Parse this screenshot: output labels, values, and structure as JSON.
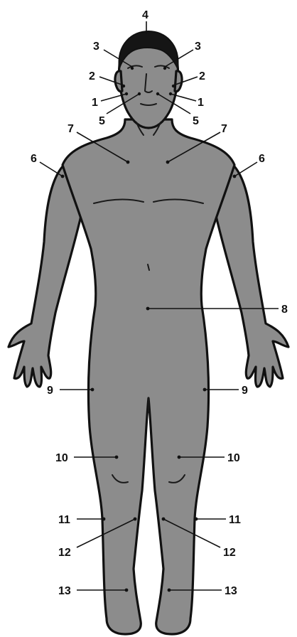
{
  "colors": {
    "figure_fill": "#8c8c8c",
    "outline": "#111111",
    "background": "#ffffff"
  },
  "labels": {
    "l1_left": "1",
    "l1_right": "1",
    "l2_left": "2",
    "l2_right": "2",
    "l3_left": "3",
    "l3_right": "3",
    "l4": "4",
    "l5_left": "5",
    "l5_right": "5",
    "l6_left": "6",
    "l6_right": "6",
    "l7_left": "7",
    "l7_right": "7",
    "l8": "8",
    "l9_left": "9",
    "l9_right": "9",
    "l10_left": "10",
    "l10_right": "10",
    "l11_left": "11",
    "l11_right": "11",
    "l12_left": "12",
    "l12_right": "12",
    "l13_left": "13",
    "l13_right": "13"
  }
}
